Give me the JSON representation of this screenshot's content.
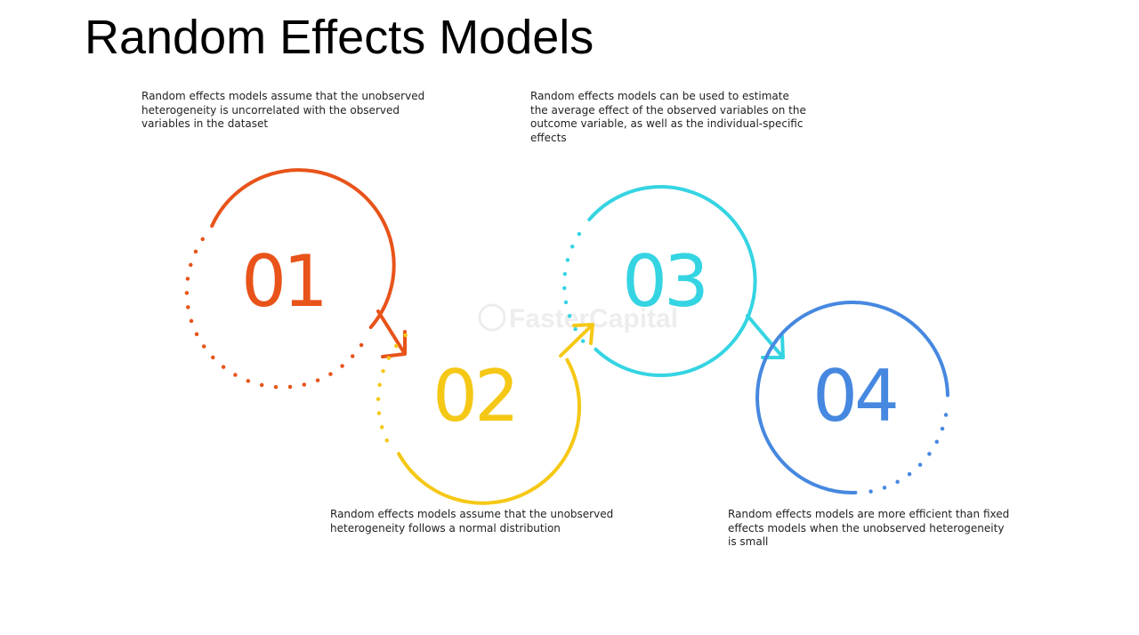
{
  "title": "Random Effects Models",
  "watermark": "FasterCapital",
  "colors": {
    "step1": "#e8531a",
    "step2": "#f5c816",
    "step3": "#35d4e2",
    "step4": "#4688e0"
  },
  "steps": [
    {
      "number": "01",
      "text": "Random effects models assume that the unobserved heterogeneity is uncorrelated with the observed variables in the dataset"
    },
    {
      "number": "02",
      "text": "Random effects models assume that the unobserved heterogeneity follows a normal distribution"
    },
    {
      "number": "03",
      "text": "Random effects models can be used to estimate the average effect of the observed variables on the outcome variable, as well as the individual-specific effects"
    },
    {
      "number": "04",
      "text": "Random effects models are more efficient than fixed effects models when the unobserved heterogeneity is small"
    }
  ]
}
